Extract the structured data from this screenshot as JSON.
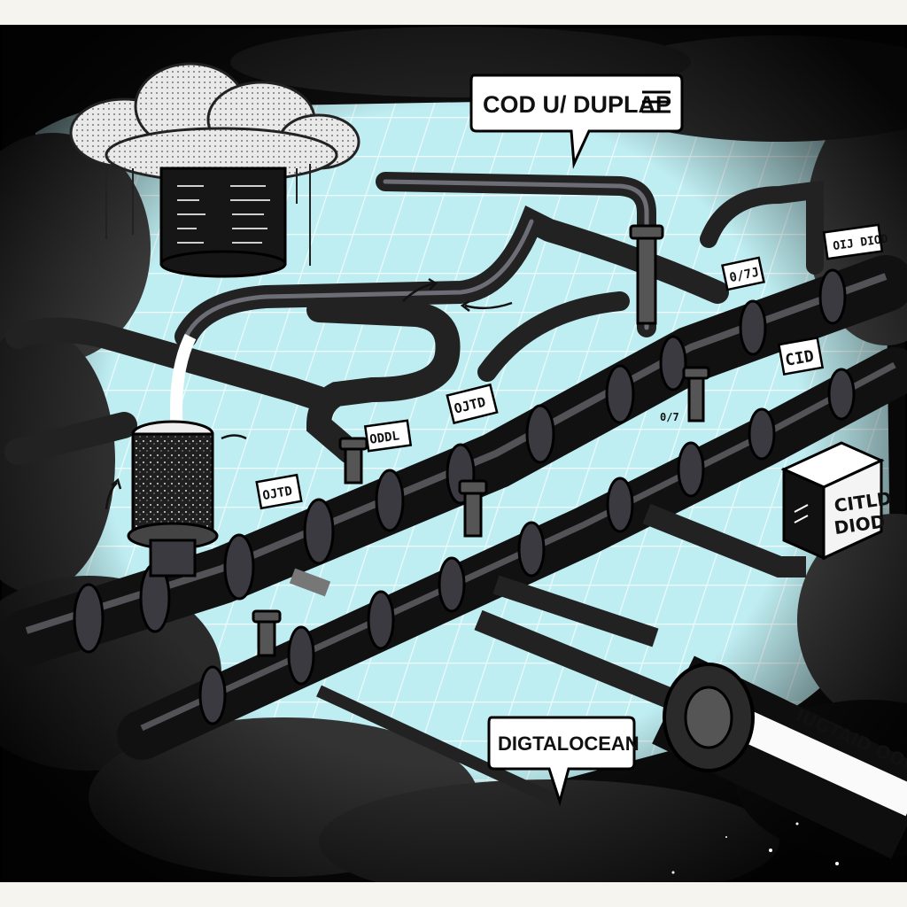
{
  "callouts": {
    "top_banner": "COD U/ DUPLAP",
    "bottom_banner": "DIGTALOCEAN"
  },
  "pipe_tags": {
    "right_top": "OIJ DIOD",
    "right_mid": "0/7J",
    "right_label": "CID",
    "center_upper": "OJTD",
    "center_left": "ODDL",
    "left": "OJTD",
    "valve_small": "0/7"
  },
  "box_label": {
    "line1": "CITLD",
    "line2": "DIOD"
  },
  "big_pipe_label": "IUGTAID OOPEOD",
  "colors": {
    "grid_floor": "#bfeef2",
    "grid_line": "#ffffff",
    "pipe": "#2a2a2e",
    "pipe_highlight": "#6d6d75",
    "cloud_dark": "#2b2b2b",
    "cloud_light": "#f2f2f2",
    "frame": "#111111"
  },
  "icons": [
    "cloud-icon",
    "database-icon",
    "filter-canister-icon",
    "box-icon",
    "arrow-icon",
    "valve-icon"
  ]
}
